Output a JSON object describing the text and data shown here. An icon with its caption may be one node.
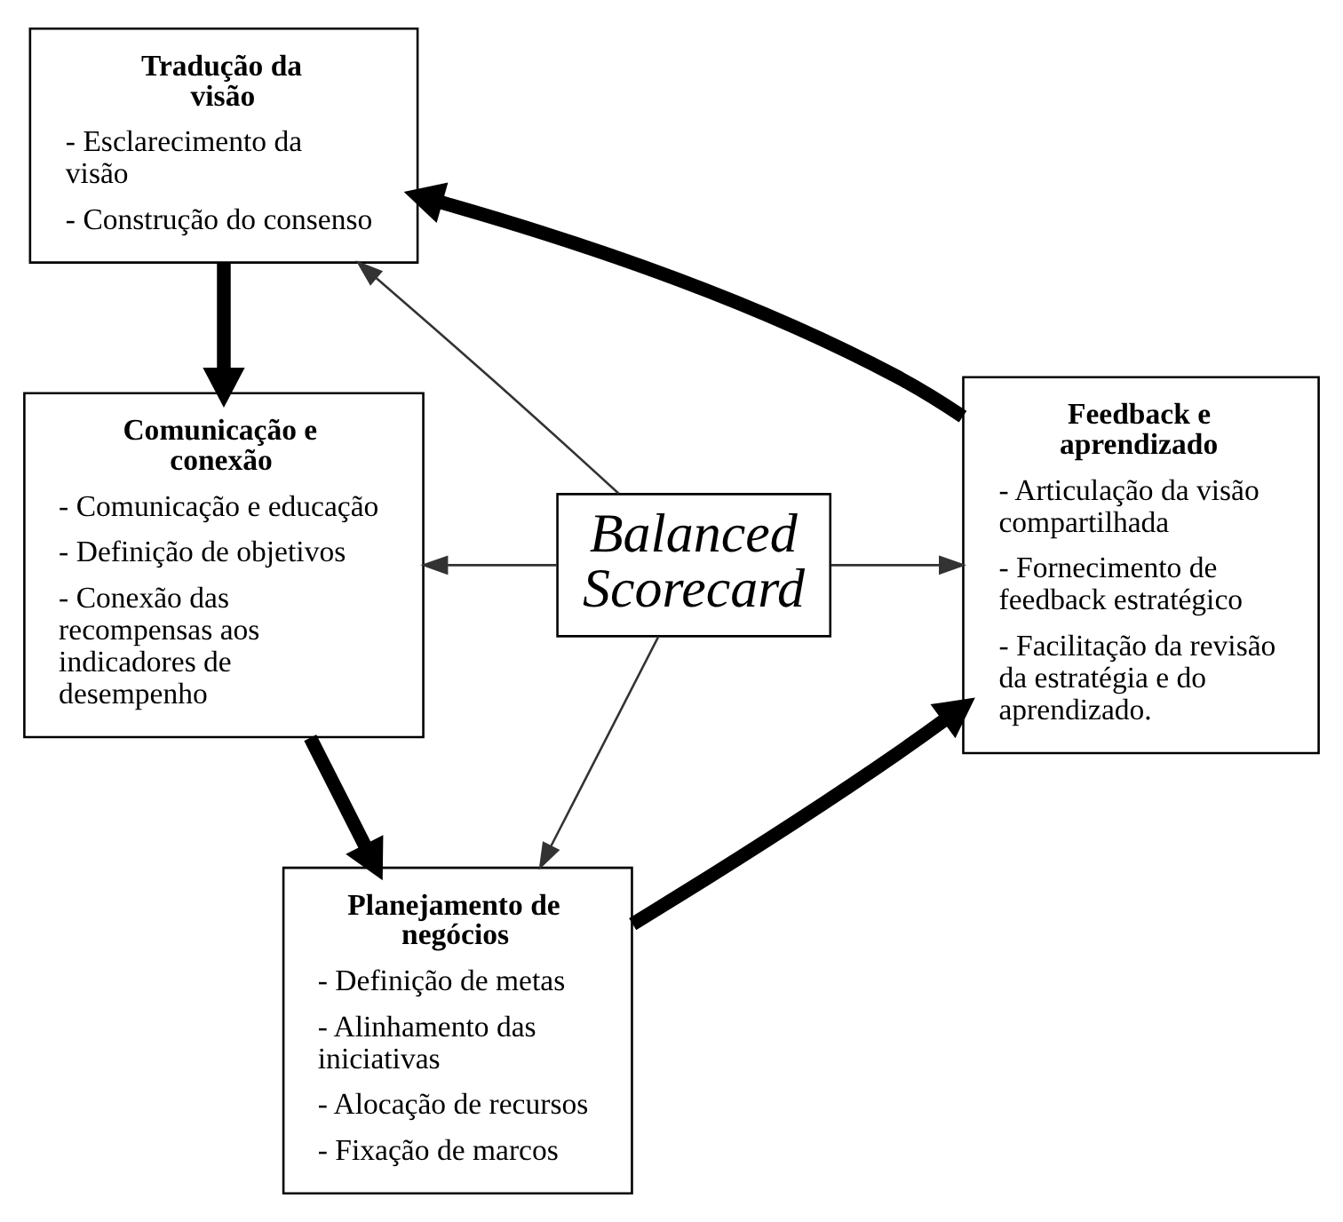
{
  "diagram": {
    "nodes": [
      {
        "text": [
          "Tradução da visão",
          "- Esclarecimento da visão",
          "- Construção do consenso"
        ]
      },
      {
        "text": [
          "Comunicação e conexão",
          "- Comunicação e educação",
          "- Definição de objetivos",
          "- Conexão das recompensas aos indicadores de desempenho"
        ]
      },
      {
        "text": [
          "Balanced Scorecard"
        ]
      },
      {
        "text": [
          "Feedback e aprendizado",
          "- Articulação da visão compartilhada",
          "- Fornecimento de feedback estratégico",
          "- Facilitação da revisão da estratégia e do aprendizado."
        ]
      },
      {
        "text": [
          "Planejamento de negócios",
          "- Definição de metas",
          "- Alinhamento das iniciativas",
          "- Alocação de recursos",
          "- Fixação de marcos"
        ]
      }
    ],
    "edges": [
      {
        "from": 2,
        "to": 0,
        "arrow": "to"
      },
      {
        "from": 2,
        "to": 1,
        "arrow": "to"
      },
      {
        "from": 2,
        "to": 3,
        "arrow": "to"
      },
      {
        "from": 2,
        "to": 4,
        "arrow": "to"
      },
      {
        "from": 0,
        "to": 1,
        "arrow": "to",
        "style": "thick"
      },
      {
        "from": 1,
        "to": 4,
        "arrow": "to",
        "style": "thick"
      },
      {
        "from": 4,
        "to": 3,
        "arrow": "to",
        "style": "thick"
      },
      {
        "from": 3,
        "to": 0,
        "arrow": "to",
        "style": "thick"
      }
    ]
  }
}
